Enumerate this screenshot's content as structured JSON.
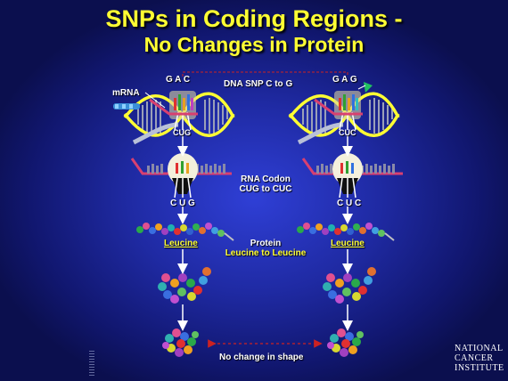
{
  "title": {
    "line1": "SNPs in Coding Regions -",
    "line2": "No Changes in Protein"
  },
  "dna": {
    "left_codon": "G A C",
    "right_codon": "G A G",
    "snp_label": "DNA SNP C to G",
    "mrna_label": "mRNA",
    "left_mrna_codon": "CUG",
    "right_mrna_codon": "CUC"
  },
  "rna": {
    "label_line1": "RNA Codon",
    "label_line2": "CUG to CUC",
    "left_codon": "C U G",
    "right_codon": "C U C"
  },
  "protein": {
    "left_label": "Leucine",
    "right_label": "Leucine",
    "center_line1": "Protein",
    "center_line2": "Leucine to Leucine"
  },
  "shape": {
    "label": "No change in shape"
  },
  "logo": {
    "line1": "NATIONAL",
    "line2": "CANCER",
    "line3": "INSTITUTE"
  },
  "colors": {
    "title": "#ffff33",
    "background": "#1f2aa3",
    "arrow": "#ffffff",
    "dashed_connector": "#cc2222",
    "dna_backbone": "#ffff33",
    "mrna_strand": "#d84070"
  }
}
